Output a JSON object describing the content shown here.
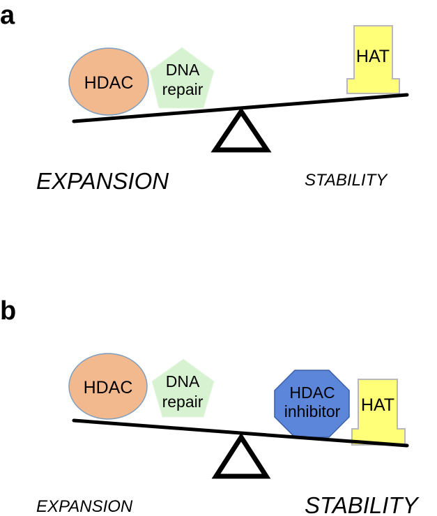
{
  "panel_a": {
    "letter": "a",
    "hdac": "HDAC",
    "dna_line1": "DNA",
    "dna_line2": "repair",
    "hat": "HAT",
    "expansion": "EXPANSION",
    "stability": "STABILITY"
  },
  "panel_b": {
    "letter": "b",
    "hdac": "HDAC",
    "dna_line1": "DNA",
    "dna_line2": "repair",
    "inhibitor_line1": "HDAC",
    "inhibitor_line2": "inhibitor",
    "hat": "HAT",
    "expansion": "EXPANSION",
    "stability": "STABILITY"
  },
  "colors": {
    "hdac_fill": "#f3b98e",
    "hdac_stroke": "#7f9dbe",
    "dna_fill": "#d6f2d0",
    "hat_fill": "#ffff78",
    "hat_stroke": "#b8b8b8",
    "inhibitor_fill": "#5b86d9",
    "inhibitor_stroke": "#3a5ea8"
  }
}
